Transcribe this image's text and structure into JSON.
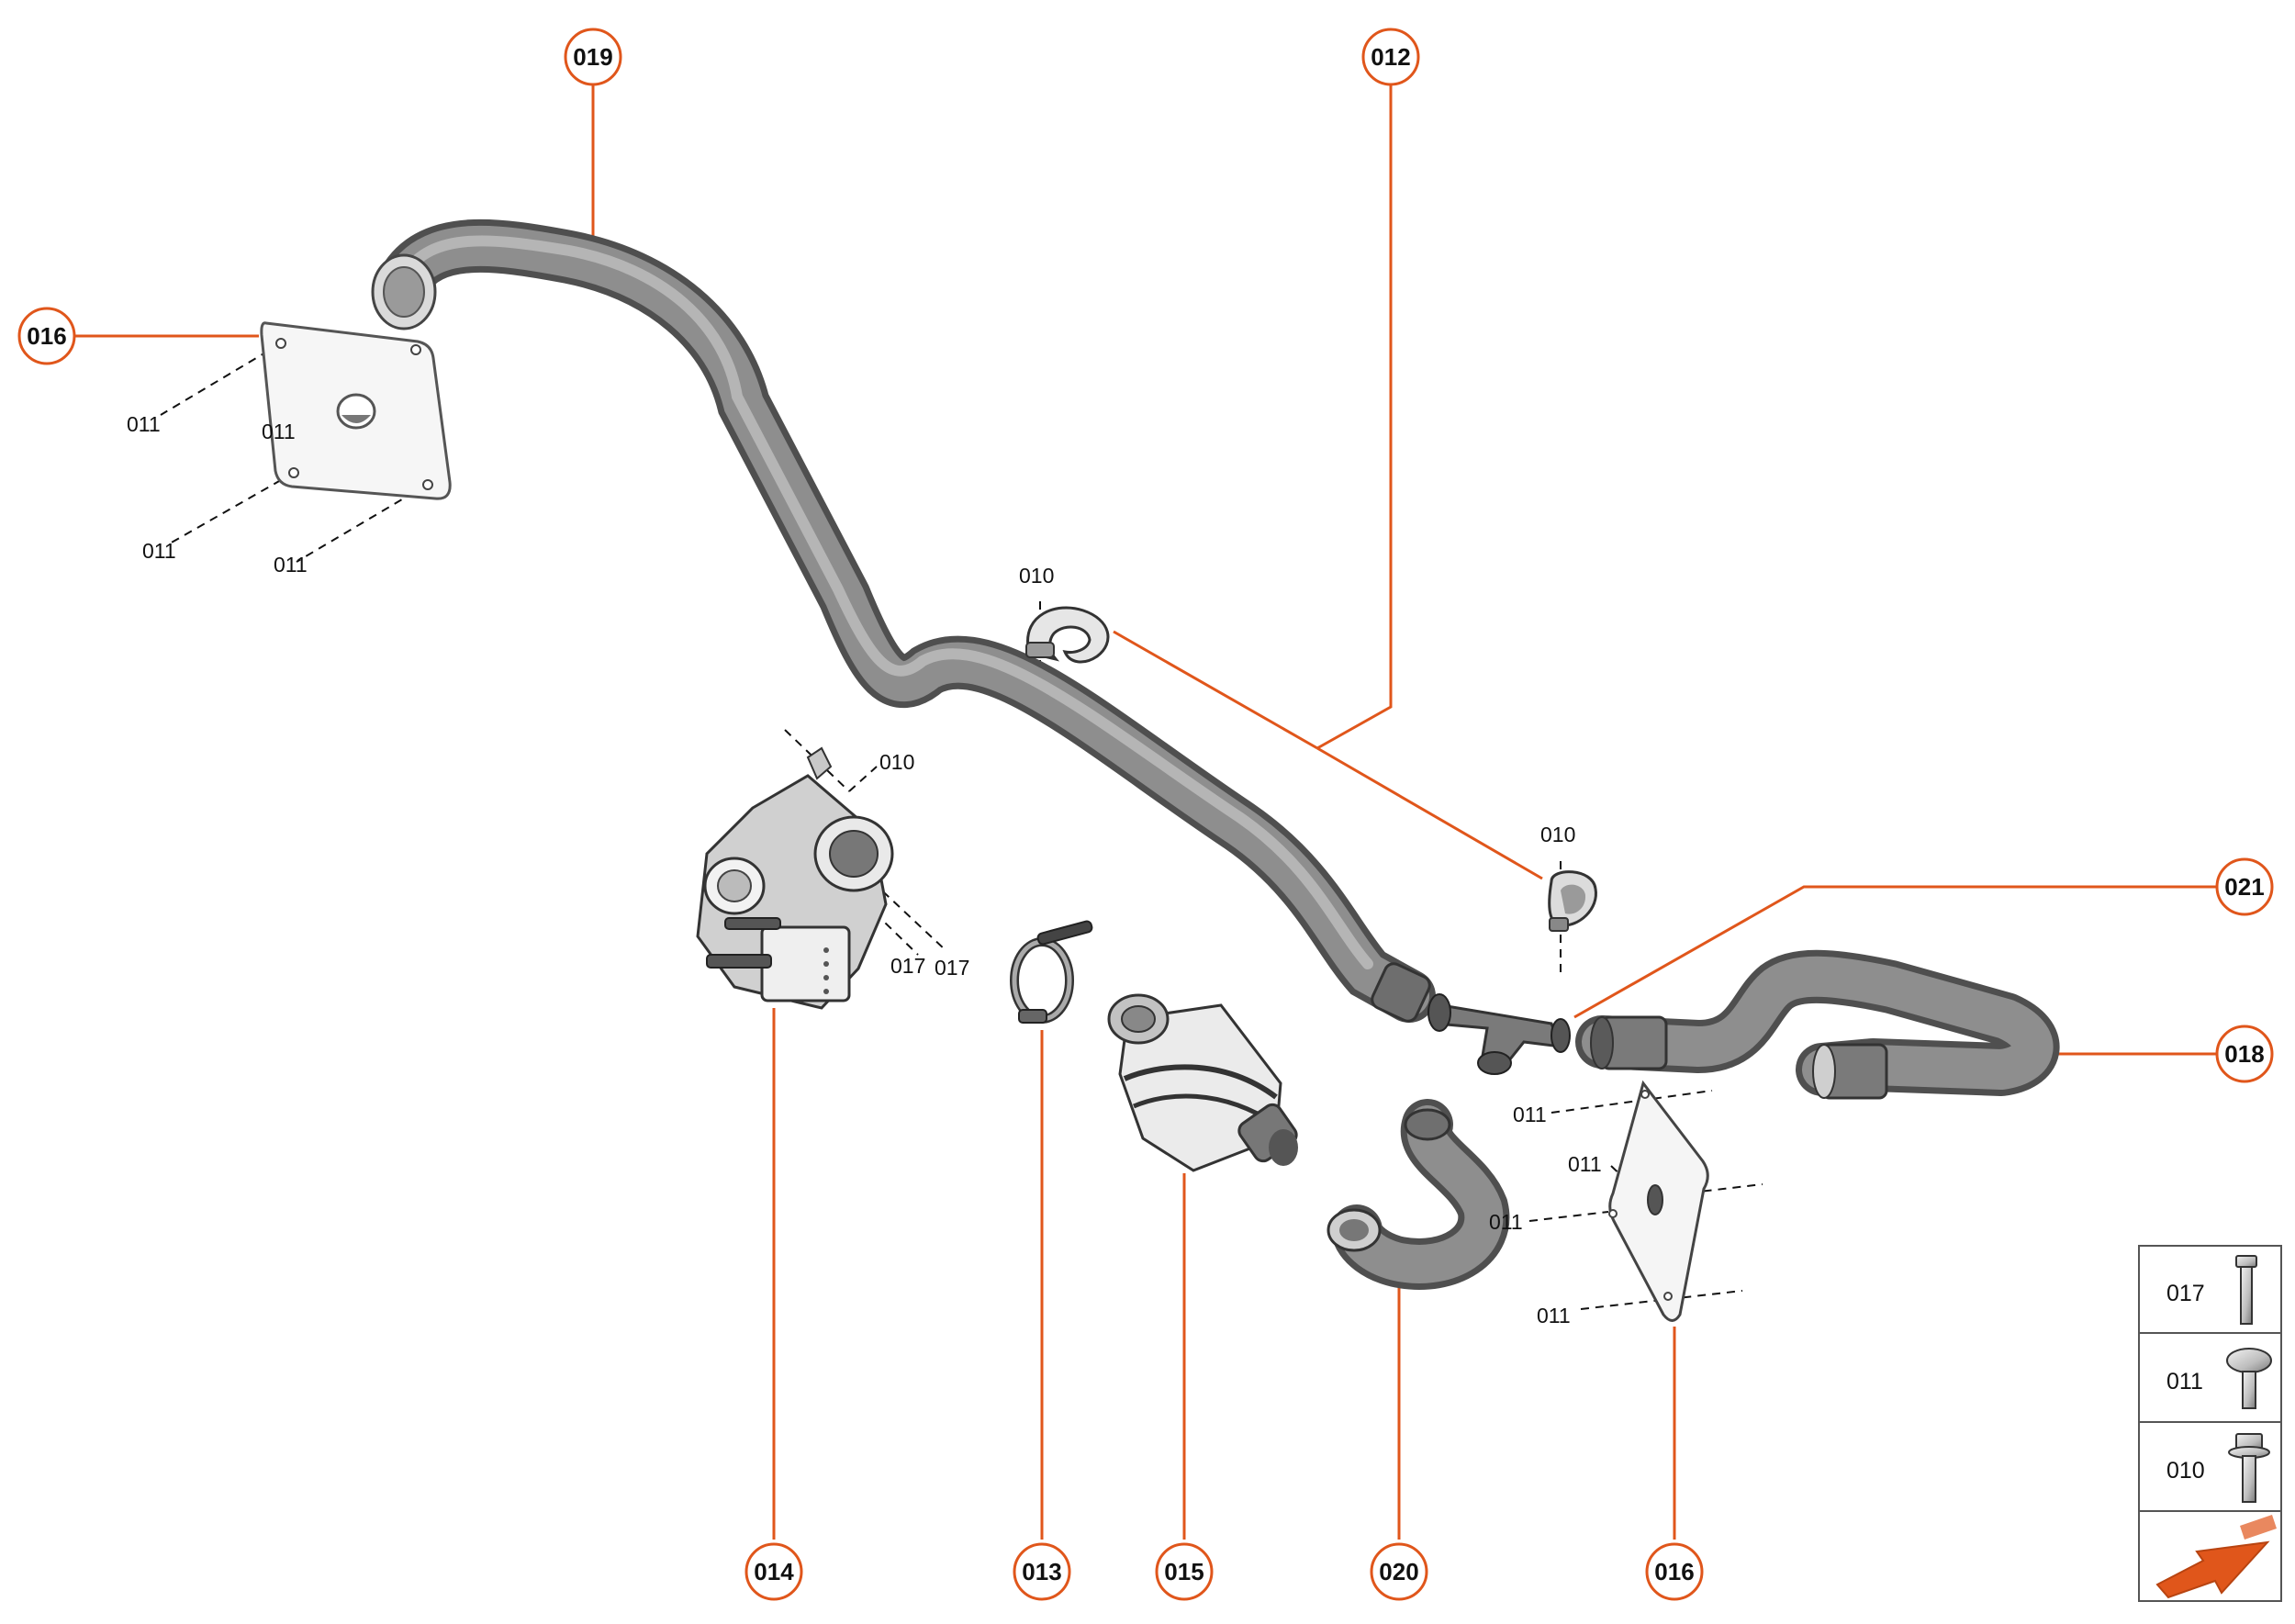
{
  "colors": {
    "accent": "#e0561b",
    "hose": "#8c8c8c",
    "hose_dark": "#5e5e5e",
    "metal": "#c9c9c9",
    "text": "#111111"
  },
  "callouts": {
    "c019_top": "019",
    "c012_top": "012",
    "c016_left": "016",
    "c021_right": "021",
    "c018_right": "018",
    "c014_bottom": "014",
    "c013_bottom": "013",
    "c015_bottom": "015",
    "c020_bottom": "020",
    "c016_bottom": "016"
  },
  "refs": {
    "r011_a": "011",
    "r011_b": "011",
    "r011_c": "011",
    "r011_d": "011",
    "r010_clip_top": "010",
    "r010_pump": "010",
    "r017_a": "017",
    "r017_b": "017",
    "r010_clamp_right": "010",
    "r011_e": "011",
    "r011_f": "011",
    "r011_g": "011",
    "r011_h": "011"
  },
  "legend": {
    "items": [
      {
        "code": "017",
        "icon": "long-bolt-icon"
      },
      {
        "code": "011",
        "icon": "pan-head-screw-icon"
      },
      {
        "code": "010",
        "icon": "flange-bolt-icon"
      }
    ],
    "direction_icon": "direction-arrow-icon"
  }
}
